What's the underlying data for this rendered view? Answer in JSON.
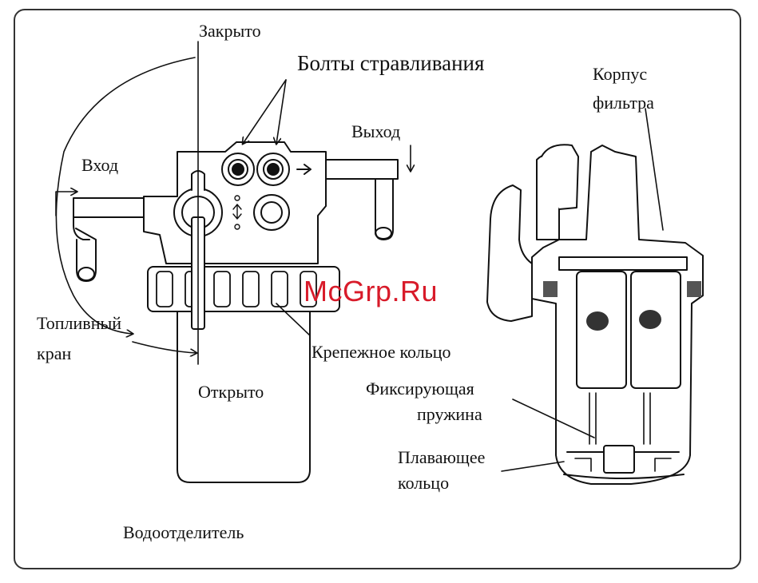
{
  "labels": {
    "closed": "Закрыто",
    "bleed_bolts": "Болты стравливания",
    "filter_housing_line1": "Корпус",
    "filter_housing_line2": "фильтра",
    "outlet": "Выход",
    "inlet": "Вход",
    "fuel_valve_line1": "Топливный",
    "fuel_valve_line2": "кран",
    "retaining_ring": "Крепежное кольцо",
    "open": "Открыто",
    "retaining_spring_line1": "Фиксирующая",
    "retaining_spring_line2": "пружина",
    "float_ring_line1": "Плавающее",
    "float_ring_line2": "кольцо",
    "water_separator": "Водоотделитель"
  },
  "watermark": "McGrp.Ru",
  "colors": {
    "line": "#111111",
    "watermark": "#d81b2a",
    "shade": "#555555"
  }
}
